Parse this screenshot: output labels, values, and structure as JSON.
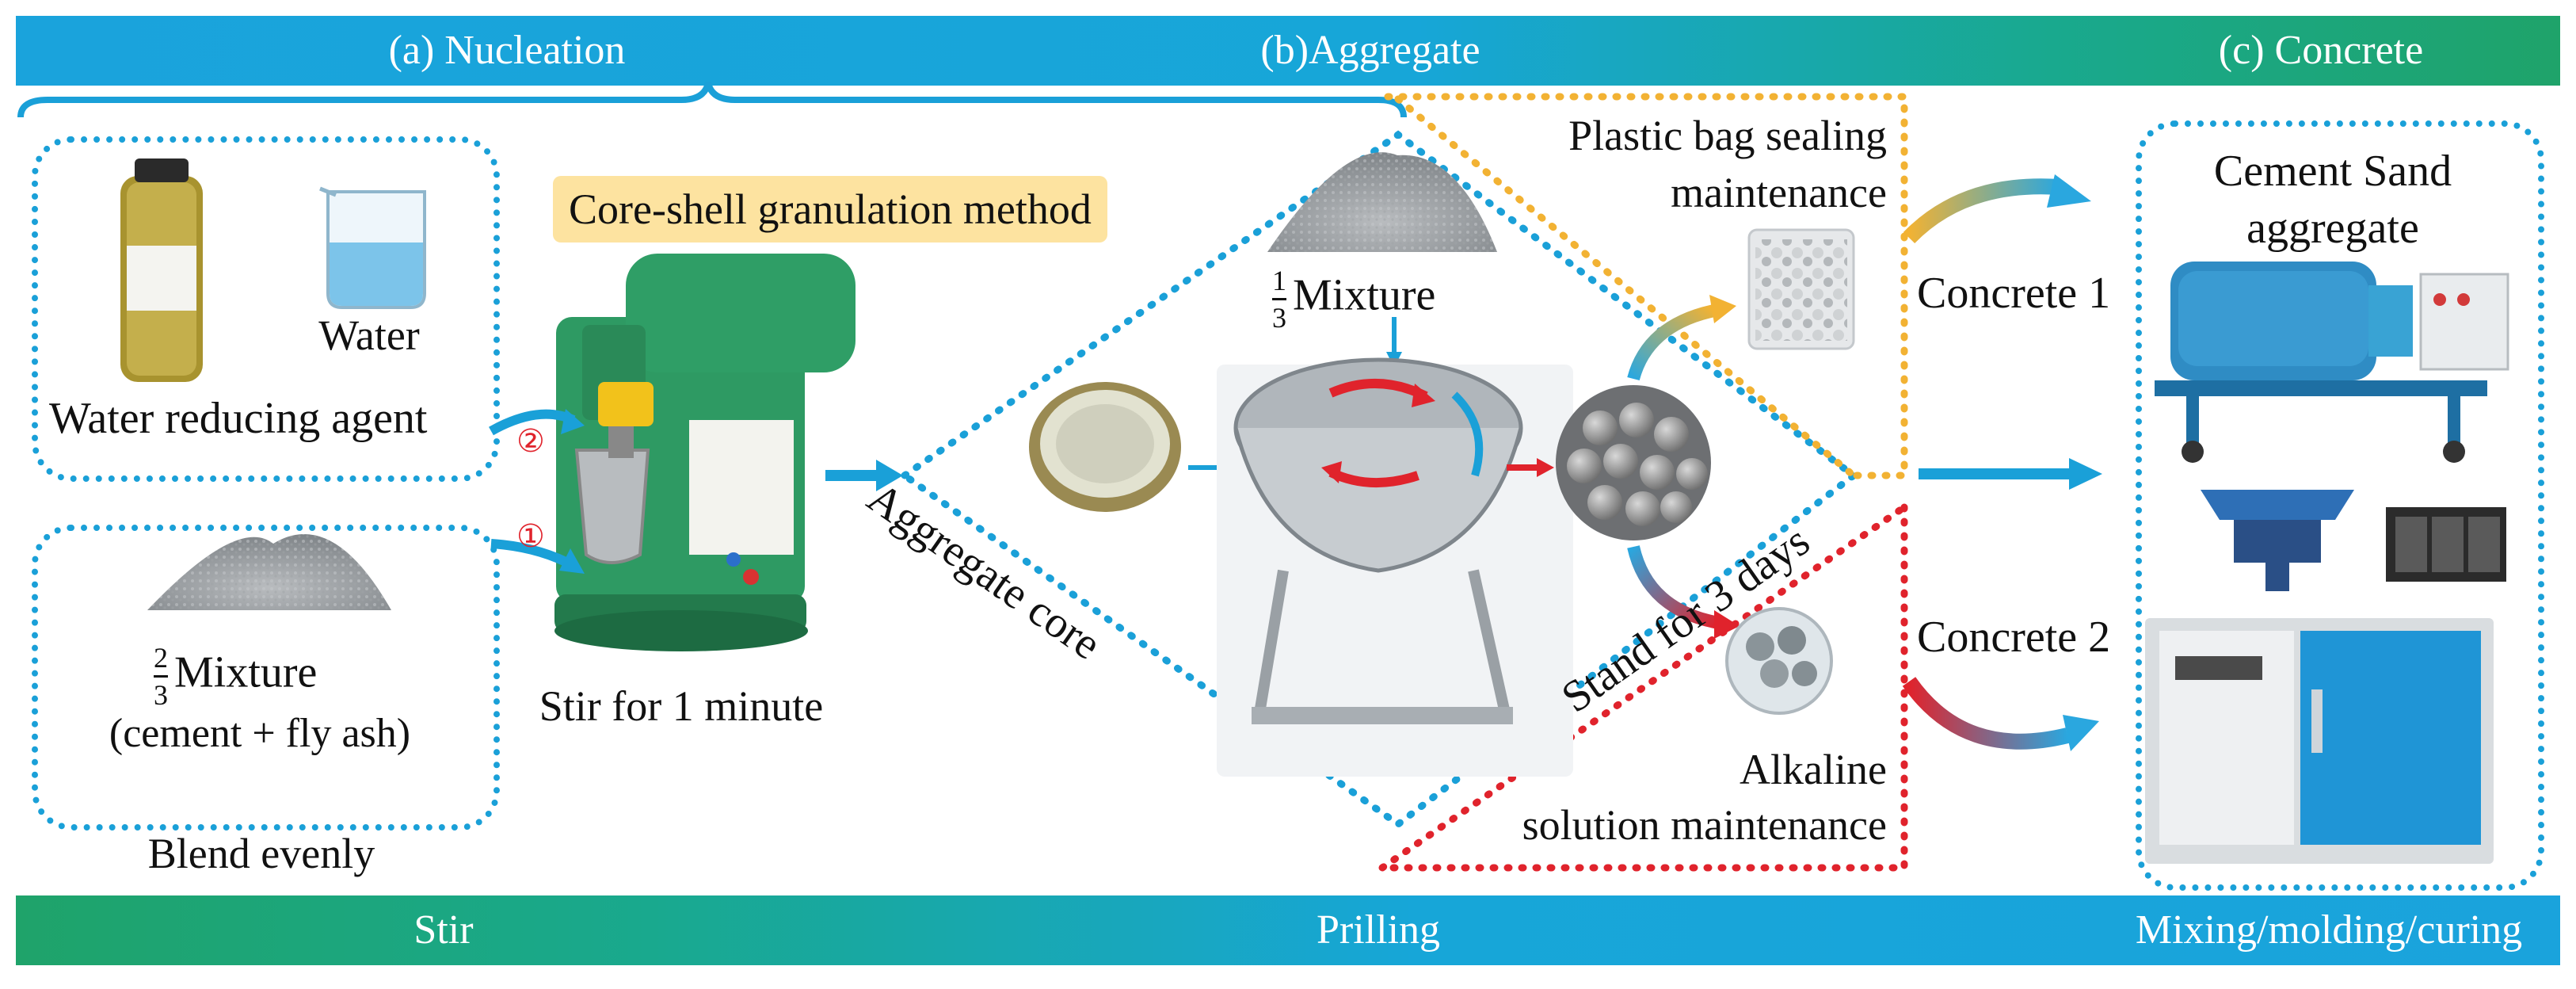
{
  "top_band": {
    "nucleation": "(a) Nucleation",
    "aggregate": "(b)Aggregate",
    "concrete": "(c) Concrete"
  },
  "bottom_band": {
    "stir": "Stir",
    "prilling": "Prilling",
    "mixing": "Mixing/molding/curing"
  },
  "stage_a": {
    "water_reducing_agent": "Water reducing agent",
    "water": "Water",
    "mixture_fraction_num": "2",
    "mixture_fraction_den": "3",
    "mixture": "Mixture",
    "mixture_detail": "(cement + fly ash)",
    "blend": "Blend evenly",
    "step_1": "①",
    "step_2": "②",
    "stir_time": "Stir for 1 minute",
    "method": "Core-shell granulation method"
  },
  "stage_b": {
    "aggregate_core": "Aggregate core",
    "mixture_fraction_num": "1",
    "mixture_fraction_den": "3",
    "mixture": "Mixture",
    "stand": "Stand for 3 days",
    "plastic_line1": "Plastic bag sealing",
    "plastic_line2": "maintenance",
    "alkaline_line1": "Alkaline",
    "alkaline_line2": "solution maintenance"
  },
  "stage_c": {
    "concrete_1": "Concrete 1",
    "concrete_2": "Concrete 2",
    "materials_line1": "Cement Sand",
    "materials_line2": "aggregate"
  },
  "colors": {
    "blue": "#1aa0d8",
    "orange": "#f2b233",
    "red": "#e0232c",
    "green": "#1fa36a",
    "machine_green": "#1f8a5c",
    "tag_yellow": "#fde3a0"
  }
}
